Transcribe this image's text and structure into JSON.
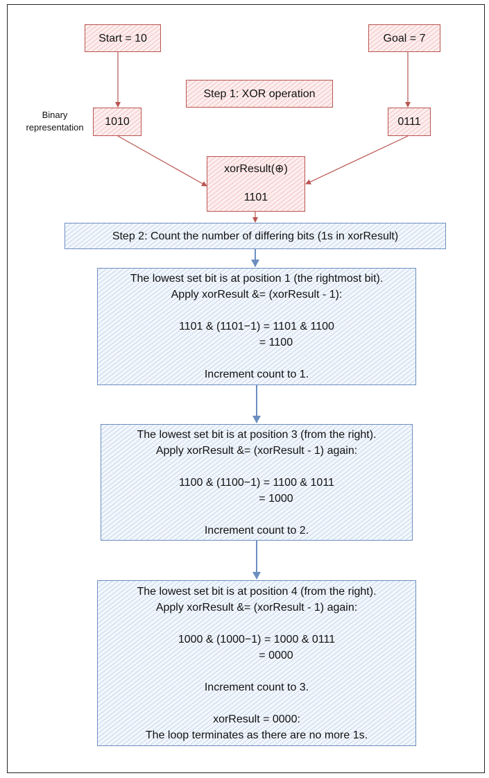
{
  "start": "Start = 10",
  "goal": "Goal = 7",
  "step1": "Step 1: XOR operation",
  "binary_label": "Binary representation",
  "start_bin": "1010",
  "goal_bin": "0111",
  "xor_box": {
    "title": "xorResult(⊕)",
    "value": "1101"
  },
  "step2": "Step 2: Count the number of differing bits (1s in xorResult)",
  "iter1": {
    "line1": "The lowest set bit is at position 1 (the rightmost bit).",
    "line2": "Apply xorResult &= (xorResult - 1):",
    "line3": "1101 & (1101−1) = 1101 & 1100",
    "line4": "= 1100",
    "line5": "Increment count to 1."
  },
  "iter2": {
    "line1": "The lowest set bit is at position 3 (from the right).",
    "line2": "Apply xorResult &= (xorResult - 1) again:",
    "line3": "1100 & (1100−1) = 1100 & 1011",
    "line4": "= 1000",
    "line5": "Increment count to 2."
  },
  "iter3": {
    "line1": "The lowest set bit is at position 4 (from the right).",
    "line2": "Apply xorResult &= (xorResult - 1) again:",
    "line3": "1000 & (1000−1) = 1000 & 0111",
    "line4": "= 0000",
    "line5": "Increment count to 3.",
    "line6": "xorResult = 0000:",
    "line7": "The loop terminates as there are no more 1s."
  },
  "colors": {
    "red_stroke": "#b85450",
    "red_fill": "#f8cecc",
    "blue_stroke": "#6c8ebf",
    "blue_fill": "#dae8fc"
  }
}
